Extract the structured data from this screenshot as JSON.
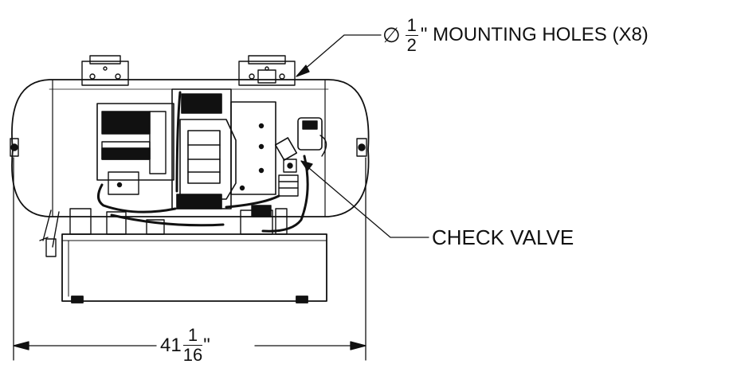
{
  "callouts": {
    "mounting_holes": {
      "diameter_symbol": "∅",
      "fraction_num": "1",
      "fraction_den": "2",
      "suffix": "\" MOUNTING HOLES (X8)"
    },
    "check_valve": "CHECK VALVE"
  },
  "dimension": {
    "whole": "41",
    "fraction_num": "1",
    "fraction_den": "16",
    "unit": "\""
  },
  "colors": {
    "line": "#111111",
    "background": "#ffffff"
  }
}
